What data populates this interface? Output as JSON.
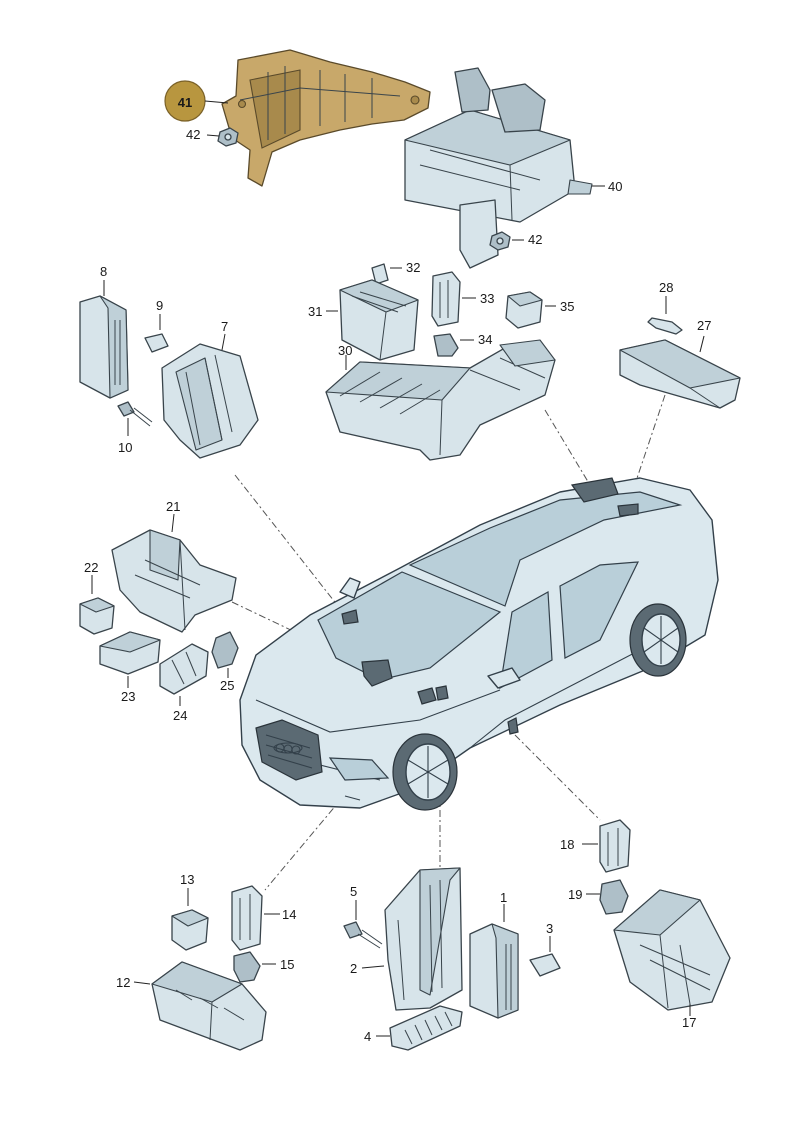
{
  "highlighted_part": "41",
  "callouts": {
    "p41": "41",
    "p42a": "42",
    "p40": "40",
    "p42b": "42",
    "p32": "32",
    "p31": "31",
    "p33": "33",
    "p35": "35",
    "p34": "34",
    "p30": "30",
    "p28": "28",
    "p27": "27",
    "p8": "8",
    "p9": "9",
    "p7": "7",
    "p10": "10",
    "p21": "21",
    "p22": "22",
    "p23": "23",
    "p24": "24",
    "p25": "25",
    "p13": "13",
    "p14": "14",
    "p15": "15",
    "p12": "12",
    "p5": "5",
    "p1": "1",
    "p3": "3",
    "p2": "2",
    "p4": "4",
    "p18": "18",
    "p19": "19",
    "p17": "17"
  },
  "colors": {
    "highlight": "#c8a86a",
    "badge": "#b8963f",
    "part_fill": "#d7e4ea",
    "outline": "#39444b"
  }
}
